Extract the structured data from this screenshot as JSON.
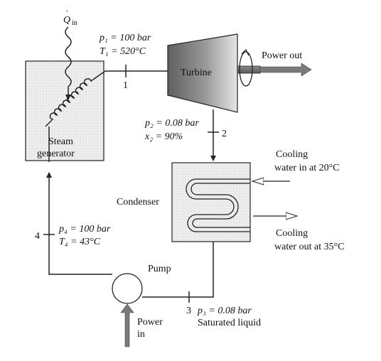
{
  "heat_in": {
    "symbol": "Q",
    "dot": "˙",
    "subscript": "in"
  },
  "state1": {
    "p_line": "p₁ = 100 bar",
    "t_line": "T₁ = 520°C",
    "number": "1"
  },
  "turbine": {
    "label": "Turbine"
  },
  "power_out": {
    "label": "Power out"
  },
  "state2": {
    "p_line": "p₂ = 0.08 bar",
    "x_line": "x₂ = 90%",
    "number": "2"
  },
  "steam_generator": {
    "line1": "Steam",
    "line2": "generator"
  },
  "condenser": {
    "label": "Condenser"
  },
  "cooling_in": {
    "line1": "Cooling",
    "line2": "water in at 20°C"
  },
  "cooling_out": {
    "line1": "Cooling",
    "line2": "water out at 35°C"
  },
  "state4": {
    "p_line": "p₄ = 100 bar",
    "t_line": "T₄ = 43°C",
    "number": "4"
  },
  "pump": {
    "label": "Pump"
  },
  "power_in": {
    "line1": "Power",
    "line2": "in"
  },
  "state3": {
    "p_line": "p₃ = 0.08 bar",
    "desc": "Saturated liquid",
    "number": "3"
  },
  "colors": {
    "line": "#222222",
    "stipple": "#c8c8c8",
    "turbine_dark": "#6e6e6e",
    "turbine_light": "#e4e4e4",
    "arrow_grey": "#777777"
  }
}
